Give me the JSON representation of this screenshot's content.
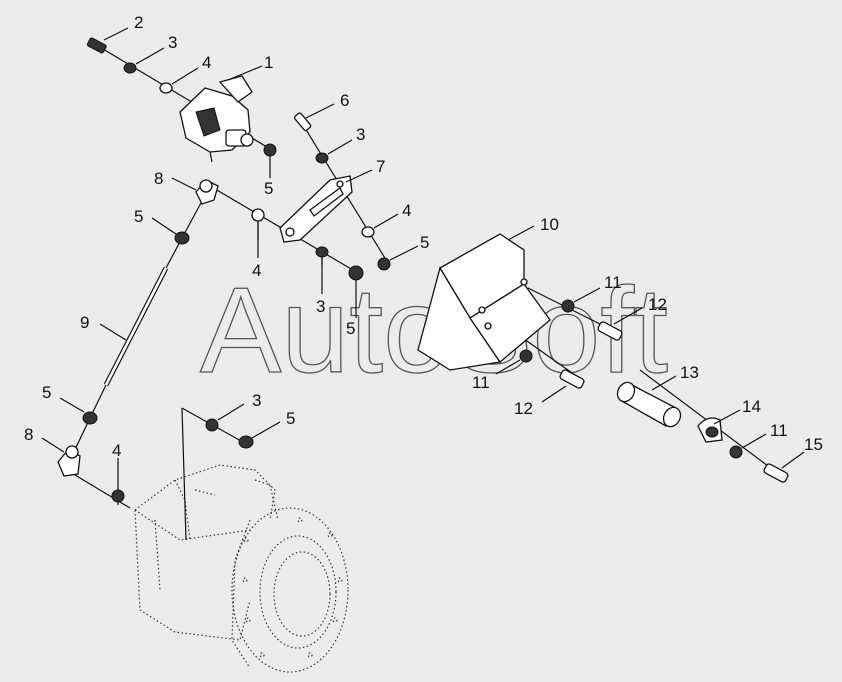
{
  "watermark": "AutoSoft",
  "callouts": [
    {
      "id": "c1",
      "text": "1"
    },
    {
      "id": "c2",
      "text": "2"
    },
    {
      "id": "c3a",
      "text": "3"
    },
    {
      "id": "c4a",
      "text": "4"
    },
    {
      "id": "c5a",
      "text": "5"
    },
    {
      "id": "c6",
      "text": "6"
    },
    {
      "id": "c3b",
      "text": "3"
    },
    {
      "id": "c7",
      "text": "7"
    },
    {
      "id": "c8a",
      "text": "8"
    },
    {
      "id": "c5b",
      "text": "5"
    },
    {
      "id": "c4b",
      "text": "4"
    },
    {
      "id": "c5c",
      "text": "5"
    },
    {
      "id": "c4c",
      "text": "4"
    },
    {
      "id": "c3c",
      "text": "3"
    },
    {
      "id": "c5d",
      "text": "5"
    },
    {
      "id": "c10",
      "text": "10"
    },
    {
      "id": "c11a",
      "text": "11"
    },
    {
      "id": "c12a",
      "text": "12"
    },
    {
      "id": "c9",
      "text": "9"
    },
    {
      "id": "c11b",
      "text": "11"
    },
    {
      "id": "c13",
      "text": "13"
    },
    {
      "id": "c12b",
      "text": "12"
    },
    {
      "id": "c5e",
      "text": "5"
    },
    {
      "id": "c3d",
      "text": "3"
    },
    {
      "id": "c5f",
      "text": "5"
    },
    {
      "id": "c14",
      "text": "14"
    },
    {
      "id": "c11c",
      "text": "11"
    },
    {
      "id": "c8b",
      "text": "8"
    },
    {
      "id": "c4d",
      "text": "4"
    },
    {
      "id": "c15",
      "text": "15"
    }
  ]
}
